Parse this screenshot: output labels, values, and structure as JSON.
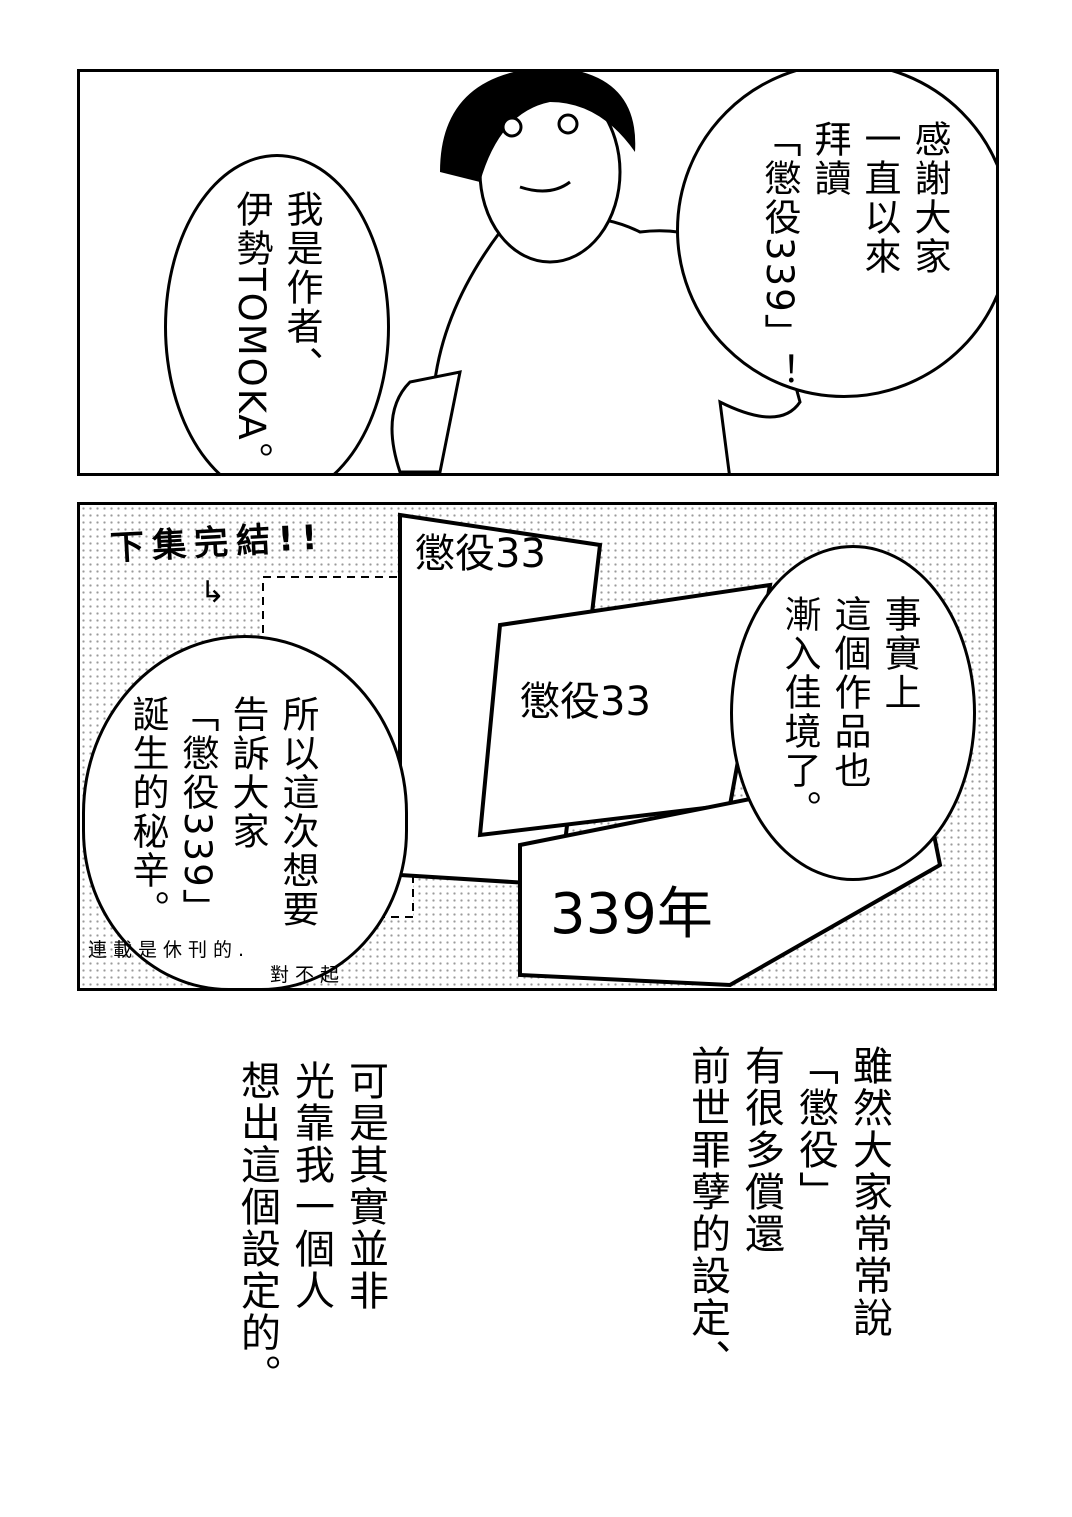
{
  "panel1": {
    "bubble_right": [
      "感謝大家",
      "一直以來",
      "拜讀",
      "「懲役339」！"
    ],
    "bubble_left": [
      "我是作者、",
      "伊勢TOMOKA。"
    ]
  },
  "panel2": {
    "heading": "下集完結!!",
    "bubble_right": [
      "事實上",
      "這個作品也",
      "漸入佳境了。"
    ],
    "bubble_left": [
      "所以這次想要",
      "告訴大家",
      "「懲役339」",
      "誕生的秘辛。"
    ],
    "note1": "連載是休刊的.",
    "note2": "對不起",
    "book_titles": [
      "懲役33",
      "懲役33",
      "339年"
    ]
  },
  "narration": {
    "right": [
      "雖然大家常常說",
      "「懲役」",
      "有很多償還",
      "前世罪孽的設定、"
    ],
    "left": [
      "可是其實並非",
      "光靠我一個人",
      "想出這個設定的。"
    ]
  }
}
